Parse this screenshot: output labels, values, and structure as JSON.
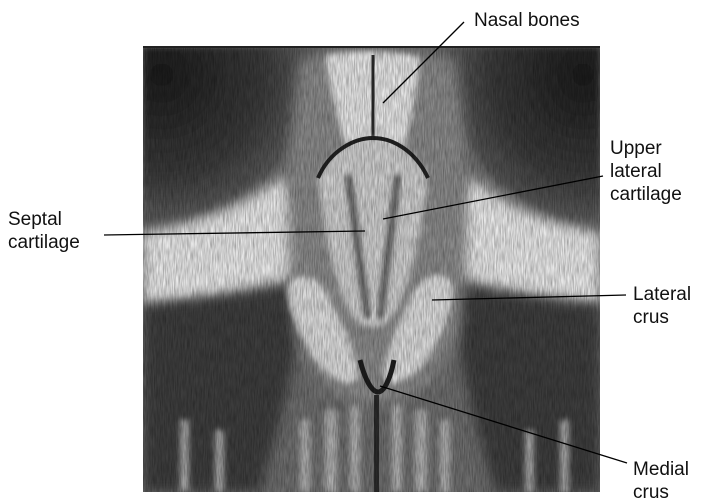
{
  "figure": {
    "labels": {
      "nasal_bones": "Nasal bones",
      "upper_lateral_cartilage": "Upper\nlateral\ncartilage",
      "septal_cartilage": "Septal\ncartilage",
      "lateral_crus": "Lateral\ncrus",
      "medial_crus": "Medial\ncrus"
    }
  }
}
